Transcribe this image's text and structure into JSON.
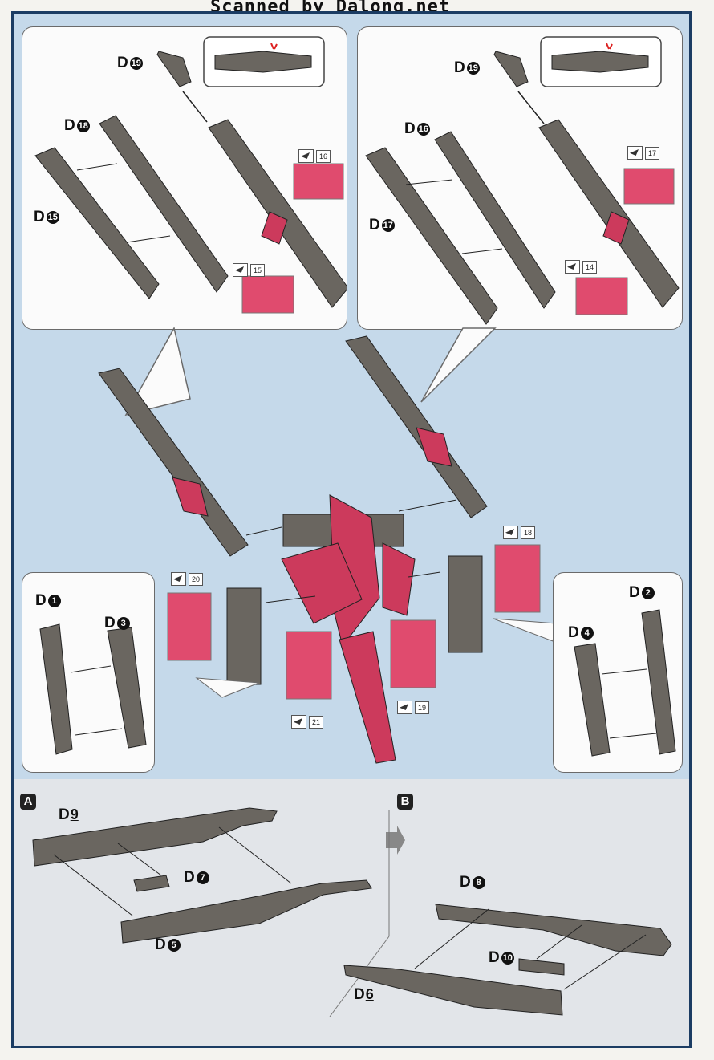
{
  "watermark": "Scanned by Dalong.net",
  "colors": {
    "frame": "#1b3c63",
    "background": "#c5d9ea",
    "part_gray": "#6a6660",
    "part_red": "#cc3a5c",
    "sticker": "#e04b6e"
  },
  "panels": {
    "top_left": {
      "labels": [
        {
          "letter": "D",
          "num": "19"
        },
        {
          "letter": "D",
          "num": "18"
        },
        {
          "letter": "D",
          "num": "15"
        }
      ],
      "stickers": [
        "16",
        "15"
      ]
    },
    "top_right": {
      "labels": [
        {
          "letter": "D",
          "num": "19"
        },
        {
          "letter": "D",
          "num": "16"
        },
        {
          "letter": "D",
          "num": "17"
        }
      ],
      "stickers": [
        "17",
        "14"
      ]
    },
    "mid_left": {
      "labels": [
        {
          "letter": "D",
          "num": "1"
        },
        {
          "letter": "D",
          "num": "3"
        }
      ]
    },
    "mid_right": {
      "labels": [
        {
          "letter": "D",
          "num": "2"
        },
        {
          "letter": "D",
          "num": "4"
        }
      ]
    }
  },
  "main_stickers": [
    "20",
    "18",
    "19",
    "21"
  ],
  "steps": {
    "a": {
      "marker": "A",
      "labels": [
        {
          "letter": "D",
          "num": "9"
        },
        {
          "letter": "D",
          "num": "7"
        },
        {
          "letter": "D",
          "num": "5"
        }
      ]
    },
    "b": {
      "marker": "B",
      "labels": [
        {
          "letter": "D",
          "num": "8"
        },
        {
          "letter": "D",
          "num": "10"
        },
        {
          "letter": "D",
          "num": "6"
        }
      ]
    }
  }
}
